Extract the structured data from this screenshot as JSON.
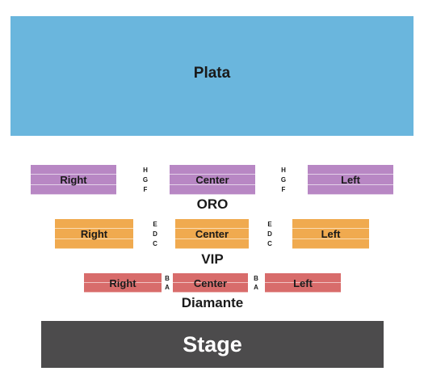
{
  "sections": {
    "plata": "Plata",
    "oro": "ORO",
    "vip": "VIP",
    "diamante": "Diamante",
    "stage": "Stage"
  },
  "blocks": {
    "right": "Right",
    "center": "Center",
    "left": "Left"
  },
  "rows": {
    "oro": [
      "H",
      "G",
      "F"
    ],
    "vip": [
      "E",
      "D",
      "C"
    ],
    "diamante": [
      "B",
      "A"
    ]
  },
  "colors": {
    "plata": "#6ab6dd",
    "oro": "#b887c4",
    "vip": "#f0aa4f",
    "diamante": "#d86c6b",
    "stage": "#4c4b4c"
  }
}
